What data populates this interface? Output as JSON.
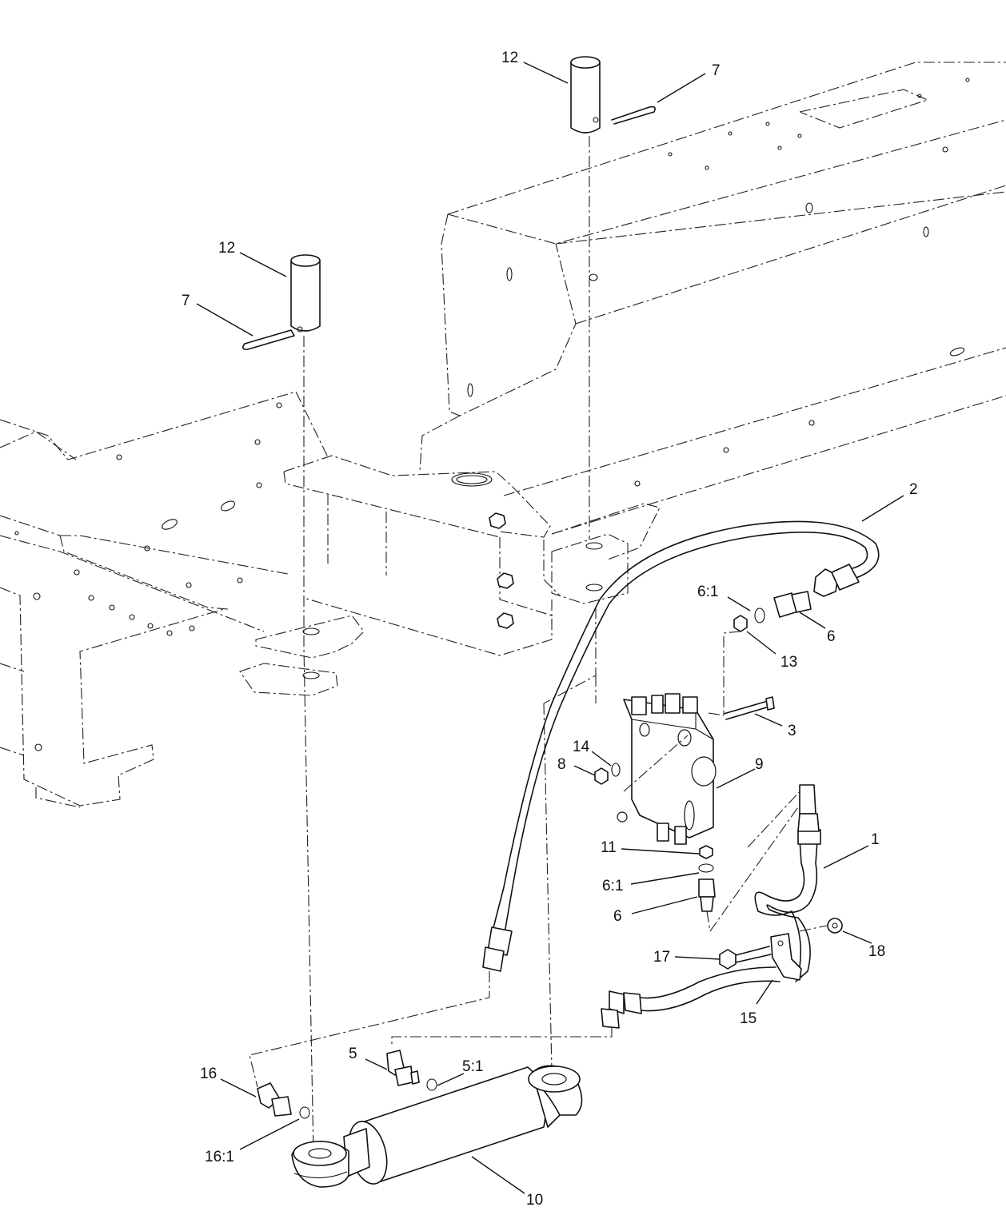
{
  "callouts": {
    "c1": "1",
    "c2": "2",
    "c3": "3",
    "c5": "5",
    "c5_1": "5:1",
    "c6_top": "6",
    "c6_1_top": "6:1",
    "c6_bottom": "6",
    "c6_1_bottom": "6:1",
    "c7_right": "7",
    "c7_left": "7",
    "c8": "8",
    "c9": "9",
    "c10": "10",
    "c11": "11",
    "c12_right": "12",
    "c12_left": "12",
    "c13": "13",
    "c14": "14",
    "c15": "15",
    "c16": "16",
    "c16_1": "16:1",
    "c17": "17",
    "c18": "18"
  },
  "colors": {
    "line": "#111111",
    "background": "#ffffff"
  }
}
